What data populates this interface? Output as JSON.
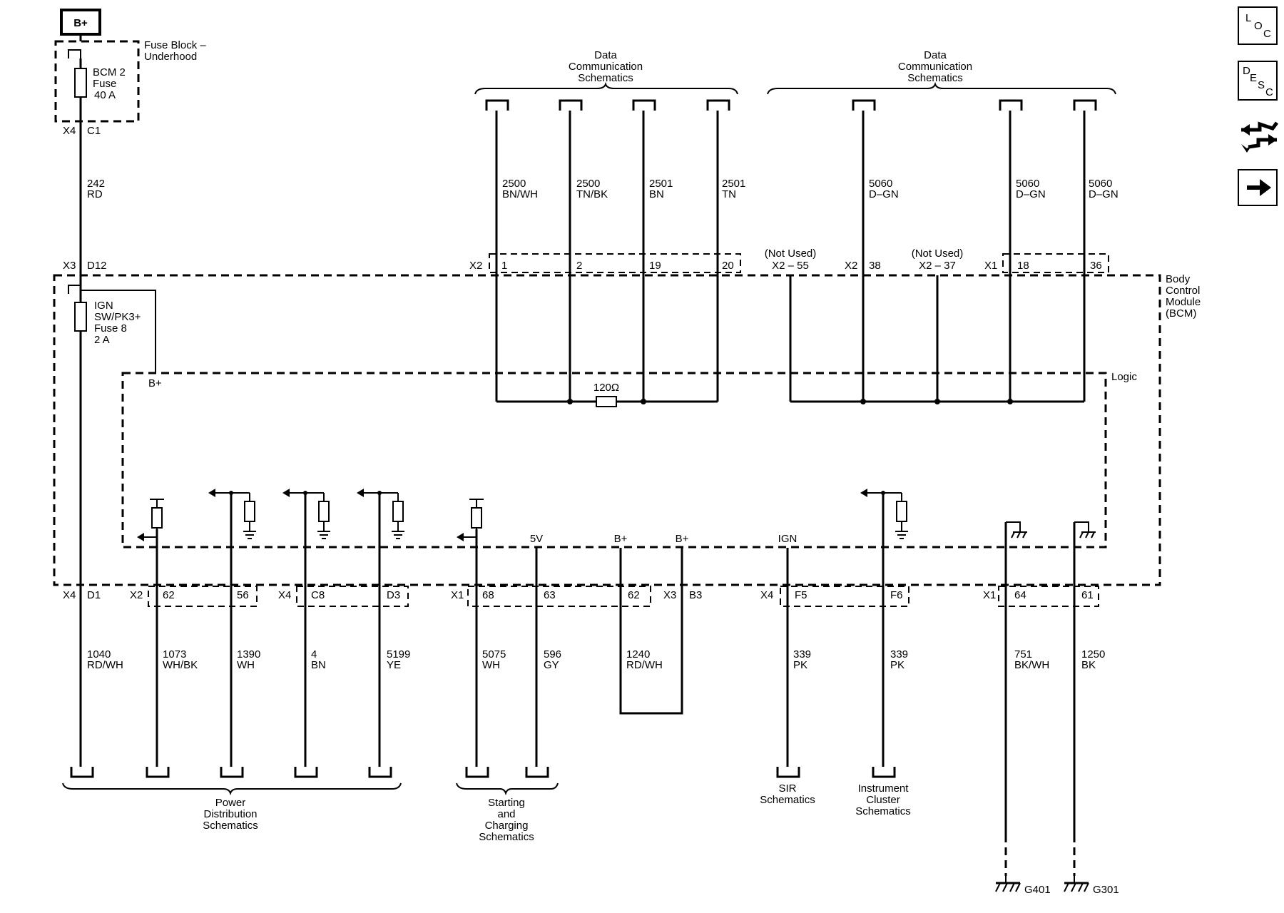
{
  "supply": {
    "battery": "B+",
    "fuse_block": [
      "Fuse Block –",
      "Underhood"
    ],
    "bcm_fuse": [
      "BCM 2",
      "Fuse",
      "40 A"
    ],
    "ign_fuse": [
      "IGN",
      "SW/PK3+",
      "Fuse 8",
      "2 A"
    ]
  },
  "connectors": {
    "x4_c1": [
      "X4",
      "C1"
    ],
    "x3_d12": [
      "X3",
      "D12"
    ],
    "x4_d1": [
      "X4",
      "D1"
    ]
  },
  "wire_242": [
    "242",
    "RD"
  ],
  "module": {
    "name": [
      "Body",
      "Control",
      "Module",
      "(BCM)"
    ],
    "logic": "Logic",
    "bplus": "B+",
    "resistor": "120Ω"
  },
  "data_comm": {
    "left_title": [
      "Data",
      "Communication",
      "Schematics"
    ],
    "right_title": [
      "Data",
      "Communication",
      "Schematics"
    ],
    "wires": [
      [
        "2500",
        "BN/WH"
      ],
      [
        "2500",
        "TN/BK"
      ],
      [
        "2501",
        "BN"
      ],
      [
        "2501",
        "TN"
      ],
      [
        "5060",
        "D–GN"
      ],
      [
        "5060",
        "D–GN"
      ],
      [
        "5060",
        "D–GN"
      ]
    ],
    "pins_top": {
      "x2": "X2",
      "p1": "1",
      "p2": "2",
      "p19": "19",
      "p20": "20",
      "not_used_1": "(Not Used)",
      "x2_55": "X2 – 55",
      "x2b": "X2",
      "p38": "38",
      "not_used_2": "(Not Used)",
      "x2_37": "X2 – 37",
      "x1": "X1",
      "p18": "18",
      "p36": "36"
    }
  },
  "bottom_pins": {
    "x2": "X2",
    "p62a": "62",
    "p56": "56",
    "x4": "X4",
    "c8": "C8",
    "d3": "D3",
    "x1": "X1",
    "p68": "68",
    "p63": "63",
    "p62b": "62",
    "x3": "X3",
    "b3": "B3",
    "x4b": "X4",
    "f5": "F5",
    "f6": "F6",
    "x1b": "X1",
    "p64": "64",
    "p61": "61"
  },
  "internal_labels": {
    "v5": "5V",
    "bplus_a": "B+",
    "bplus_b": "B+",
    "ign": "IGN"
  },
  "bottom_wires": [
    [
      "1040",
      "RD/WH"
    ],
    [
      "1073",
      "WH/BK"
    ],
    [
      "1390",
      "WH"
    ],
    [
      "4",
      "BN"
    ],
    [
      "5199",
      "YE"
    ],
    [
      "5075",
      "WH"
    ],
    [
      "596",
      "GY"
    ],
    [
      "1240",
      "RD/WH"
    ],
    [
      "339",
      "PK"
    ],
    [
      "339",
      "PK"
    ],
    [
      "751",
      "BK/WH"
    ],
    [
      "1250",
      "BK"
    ]
  ],
  "destinations": {
    "power": [
      "Power",
      "Distribution",
      "Schematics"
    ],
    "starting": [
      "Starting",
      "and",
      "Charging",
      "Schematics"
    ],
    "sir": [
      "SIR",
      "Schematics"
    ],
    "cluster": [
      "Instrument",
      "Cluster",
      "Schematics"
    ]
  },
  "grounds": {
    "g401": "G401",
    "g301": "G301"
  },
  "side_icons": [
    {
      "name": "loc-icon",
      "letters": [
        "L",
        "O",
        "C"
      ]
    },
    {
      "name": "desc-icon",
      "letters": [
        "D",
        "E",
        "S",
        "C"
      ]
    },
    {
      "name": "connector-views-icon"
    },
    {
      "name": "next-arrow-icon"
    }
  ]
}
